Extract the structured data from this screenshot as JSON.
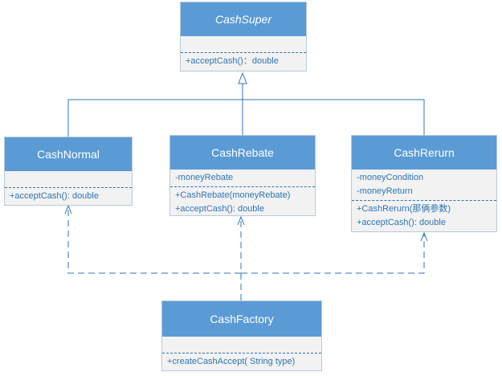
{
  "colors": {
    "header": "#5b9bd5",
    "body": "#f2f2f2",
    "text": "#2e75b6",
    "connector": "#2e75b6"
  },
  "classes": {
    "cash_super": {
      "name": "CashSuper",
      "attributes": [],
      "operations": [
        "+acceptCash()：double"
      ]
    },
    "cash_normal": {
      "name": "CashNormal",
      "attributes": [],
      "operations": [
        "+acceptCash(): double"
      ]
    },
    "cash_rebate": {
      "name": "CashRebate",
      "attributes": [
        "-moneyRebate"
      ],
      "operations": [
        "+CashRebate(moneyRebate)",
        "+acceptCash(): double"
      ]
    },
    "cash_rerurn": {
      "name": "CashRerurn",
      "attributes": [
        "-moneyCondition",
        "-moneyReturn"
      ],
      "operations": [
        "+CashRerurn(那俩参数)",
        "+acceptCash(): double"
      ]
    },
    "cash_factory": {
      "name": "CashFactory",
      "attributes": [],
      "operations": [
        "+createCashAccept( String type)"
      ]
    }
  },
  "relationships": [
    {
      "type": "generalization",
      "from": "CashNormal",
      "to": "CashSuper"
    },
    {
      "type": "generalization",
      "from": "CashRebate",
      "to": "CashSuper"
    },
    {
      "type": "generalization",
      "from": "CashRerurn",
      "to": "CashSuper"
    },
    {
      "type": "dependency",
      "from": "CashFactory",
      "to": "CashNormal"
    },
    {
      "type": "dependency",
      "from": "CashFactory",
      "to": "CashRebate"
    },
    {
      "type": "dependency",
      "from": "CashFactory",
      "to": "CashRerurn"
    }
  ]
}
